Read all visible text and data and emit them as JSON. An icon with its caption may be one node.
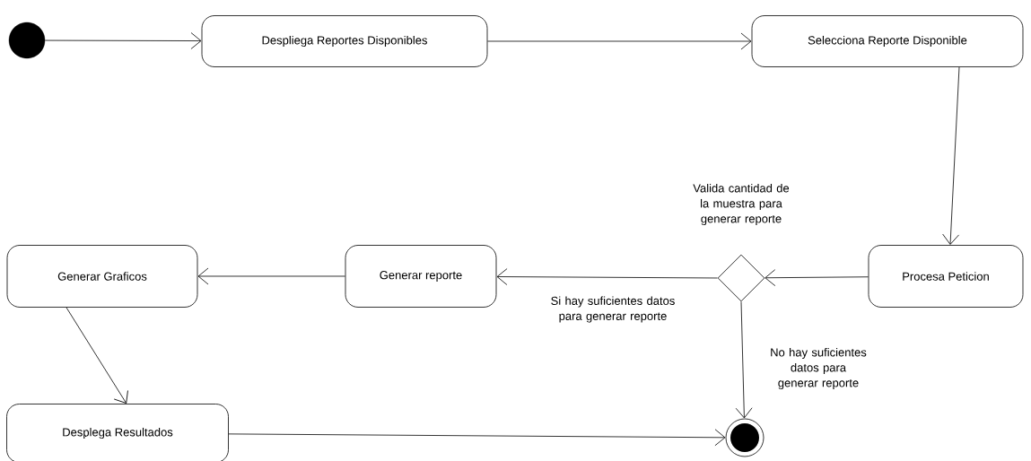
{
  "diagram": {
    "nodes": [
      {
        "text": [],
        "shape": "circle"
      },
      {
        "text": [
          "Despliega Reportes Disponibles"
        ]
      },
      {
        "text": [
          "Selecciona Reporte Disponible"
        ]
      },
      {
        "text": [
          "Procesa Peticion"
        ]
      },
      {
        "text": [],
        "shape": "diamond",
        "beside": [
          "Valida cantidad de la muestra para generar reporte"
        ]
      },
      {
        "text": [
          "Generar reporte"
        ]
      },
      {
        "text": [
          "Generar Graficos"
        ]
      },
      {
        "text": [
          "Desplega Resultados"
        ]
      },
      {
        "text": [],
        "shape": "circle"
      }
    ],
    "edges": [
      {
        "from": 0,
        "to": 1,
        "arrow": "to"
      },
      {
        "from": 1,
        "to": 2,
        "arrow": "to"
      },
      {
        "from": 2,
        "to": 3,
        "arrow": "to"
      },
      {
        "from": 3,
        "to": 4,
        "arrow": "to"
      },
      {
        "from": 4,
        "to": 5,
        "arrow": "to",
        "label": "Si hay suficientes datos para generar reporte"
      },
      {
        "from": 4,
        "to": 8,
        "arrow": "to",
        "label": "No hay suficientes datos para generar reporte"
      },
      {
        "from": 5,
        "to": 6,
        "arrow": "to"
      },
      {
        "from": 6,
        "to": 7,
        "arrow": "to"
      },
      {
        "from": 7,
        "to": 8,
        "arrow": "to"
      }
    ]
  }
}
